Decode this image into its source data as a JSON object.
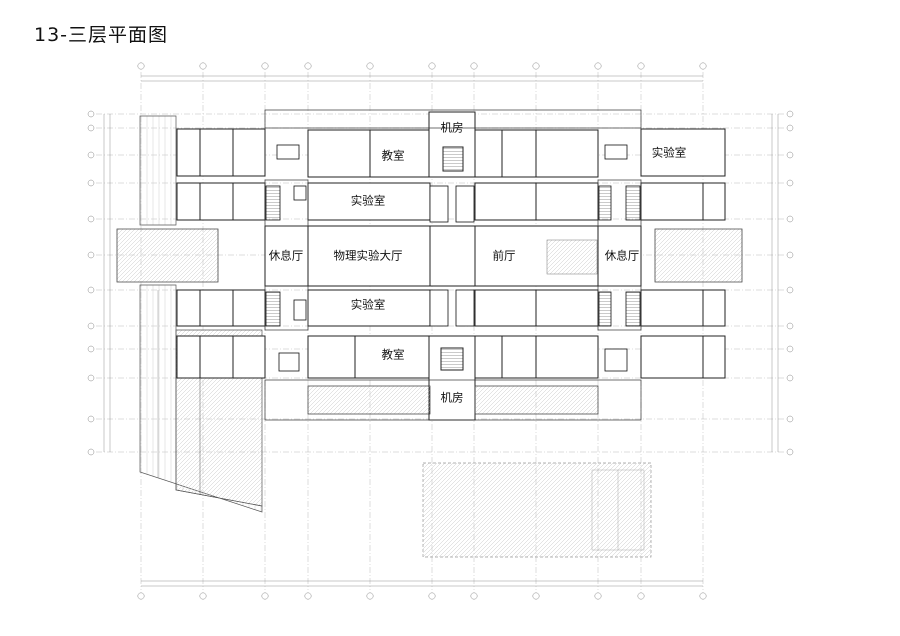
{
  "sheet": {
    "title": "13-三层平面图"
  },
  "rooms": {
    "machine_room_top": "机房",
    "classroom_top": "教室",
    "lab_top_right": "实验室",
    "lab_upper_center": "实验室",
    "lounge_left": "休息厅",
    "physics_hall": "物理实验大厅",
    "front_hall": "前厅",
    "lounge_right": "休息厅",
    "lab_lower_center": "实验室",
    "classroom_bottom": "教室",
    "machine_room_bottom": "机房"
  },
  "colors": {
    "line": "#444444",
    "wall": "#222222",
    "grid": "#9a9a9a",
    "hatch": "#b8b8b8"
  }
}
